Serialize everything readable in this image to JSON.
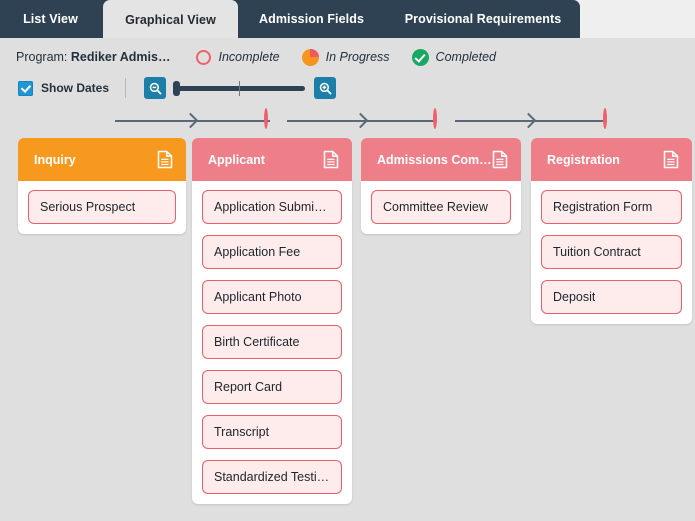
{
  "tabs": [
    {
      "label": "List View",
      "active": false
    },
    {
      "label": "Graphical View",
      "active": true
    },
    {
      "label": "Admission Fields",
      "active": false
    },
    {
      "label": "Provisional Requirements",
      "active": false
    }
  ],
  "toolbar": {
    "program_prefix": "Program:",
    "program_name": "Rediker Admis…",
    "show_dates_label": "Show Dates",
    "show_dates_checked": true,
    "zoom_out_icon": "magnifier-minus-icon",
    "zoom_in_icon": "magnifier-plus-icon"
  },
  "legend": [
    {
      "label": "Incomplete",
      "icon": "incomplete-circle-icon",
      "color": "#f0606a"
    },
    {
      "label": "In Progress",
      "icon": "in-progress-pie-icon",
      "color": "#f7941e"
    },
    {
      "label": "Completed",
      "icon": "completed-check-icon",
      "color": "#17a864"
    }
  ],
  "timeline": [
    {
      "status": "in-progress"
    },
    {
      "status": "incomplete"
    },
    {
      "status": "incomplete"
    },
    {
      "status": "incomplete"
    }
  ],
  "columns": [
    {
      "title": "Inquiry",
      "header_color": "#f7991f",
      "icon": "document-icon",
      "items": [
        "Serious Prospect"
      ]
    },
    {
      "title": "Applicant",
      "header_color": "#ee7f88",
      "icon": "document-icon",
      "items": [
        "Application Submit…",
        "Application Fee",
        "Applicant Photo",
        "Birth Certificate",
        "Report Card",
        "Transcript",
        "Standardized Testi…"
      ]
    },
    {
      "title": "Admissions Com…",
      "header_color": "#ee7f88",
      "icon": "document-icon",
      "items": [
        "Committee Review"
      ]
    },
    {
      "title": "Registration",
      "header_color": "#ee7f88",
      "icon": "document-icon",
      "items": [
        "Registration Form",
        "Tuition Contract",
        "Deposit"
      ]
    }
  ]
}
